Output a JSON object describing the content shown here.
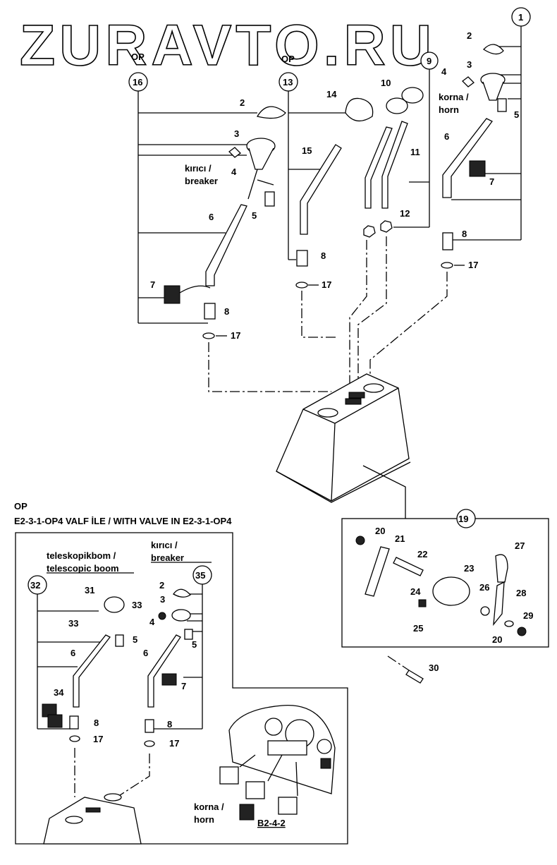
{
  "watermark": "ZURAVTO.RU",
  "header_labels": {
    "op_left": "OP",
    "op_mid": "OP",
    "op_lower": "OP",
    "valve_note": "E2-3-1-OP4 VALF İLE / WITH VALVE IN E2-3-1-OP4"
  },
  "callouts": {
    "c1": "1",
    "c9": "9",
    "c13": "13",
    "c16": "16",
    "c19": "19",
    "c32": "32",
    "c35": "35"
  },
  "text_labels": {
    "breaker_top": "kırıcı /",
    "breaker_top2": "breaker",
    "horn_top": "korna /",
    "horn_top2": "horn",
    "tele1": "teleskopikbom /",
    "tele2": "telescopic boom",
    "breaker_low": "kırıcı /",
    "breaker_low2": "breaker",
    "horn_low": "korna /",
    "horn_low2": "horn",
    "ref": "B2-4-2"
  },
  "part_numbers": {
    "p2a": "2",
    "p3a": "3",
    "p4a": "4",
    "p5a": "5",
    "p6a": "6",
    "p7a": "7",
    "p8a": "8",
    "p17a": "17",
    "p14": "14",
    "p15": "15",
    "p8b": "8",
    "p17b": "17",
    "p10": "10",
    "p11": "11",
    "p12": "12",
    "p2c": "2",
    "p3c": "3",
    "p4c": "4",
    "p5c": "5",
    "p6c": "6",
    "p7c": "7",
    "p8c": "8",
    "p17c": "17",
    "p20a": "20",
    "p21": "21",
    "p22": "22",
    "p23": "23",
    "p24": "24",
    "p25": "25",
    "p26": "26",
    "p27": "27",
    "p28": "28",
    "p29": "29",
    "p20b": "20",
    "p30": "30",
    "p31": "31",
    "p33a": "33",
    "p33b": "33",
    "p5d": "5",
    "p6d": "6",
    "p34": "34",
    "p8d": "8",
    "p17d": "17",
    "p2e": "2",
    "p3e": "3",
    "p4e": "4",
    "p5e": "5",
    "p6e": "6",
    "p7e": "7",
    "p8e": "8",
    "p17e": "17"
  }
}
